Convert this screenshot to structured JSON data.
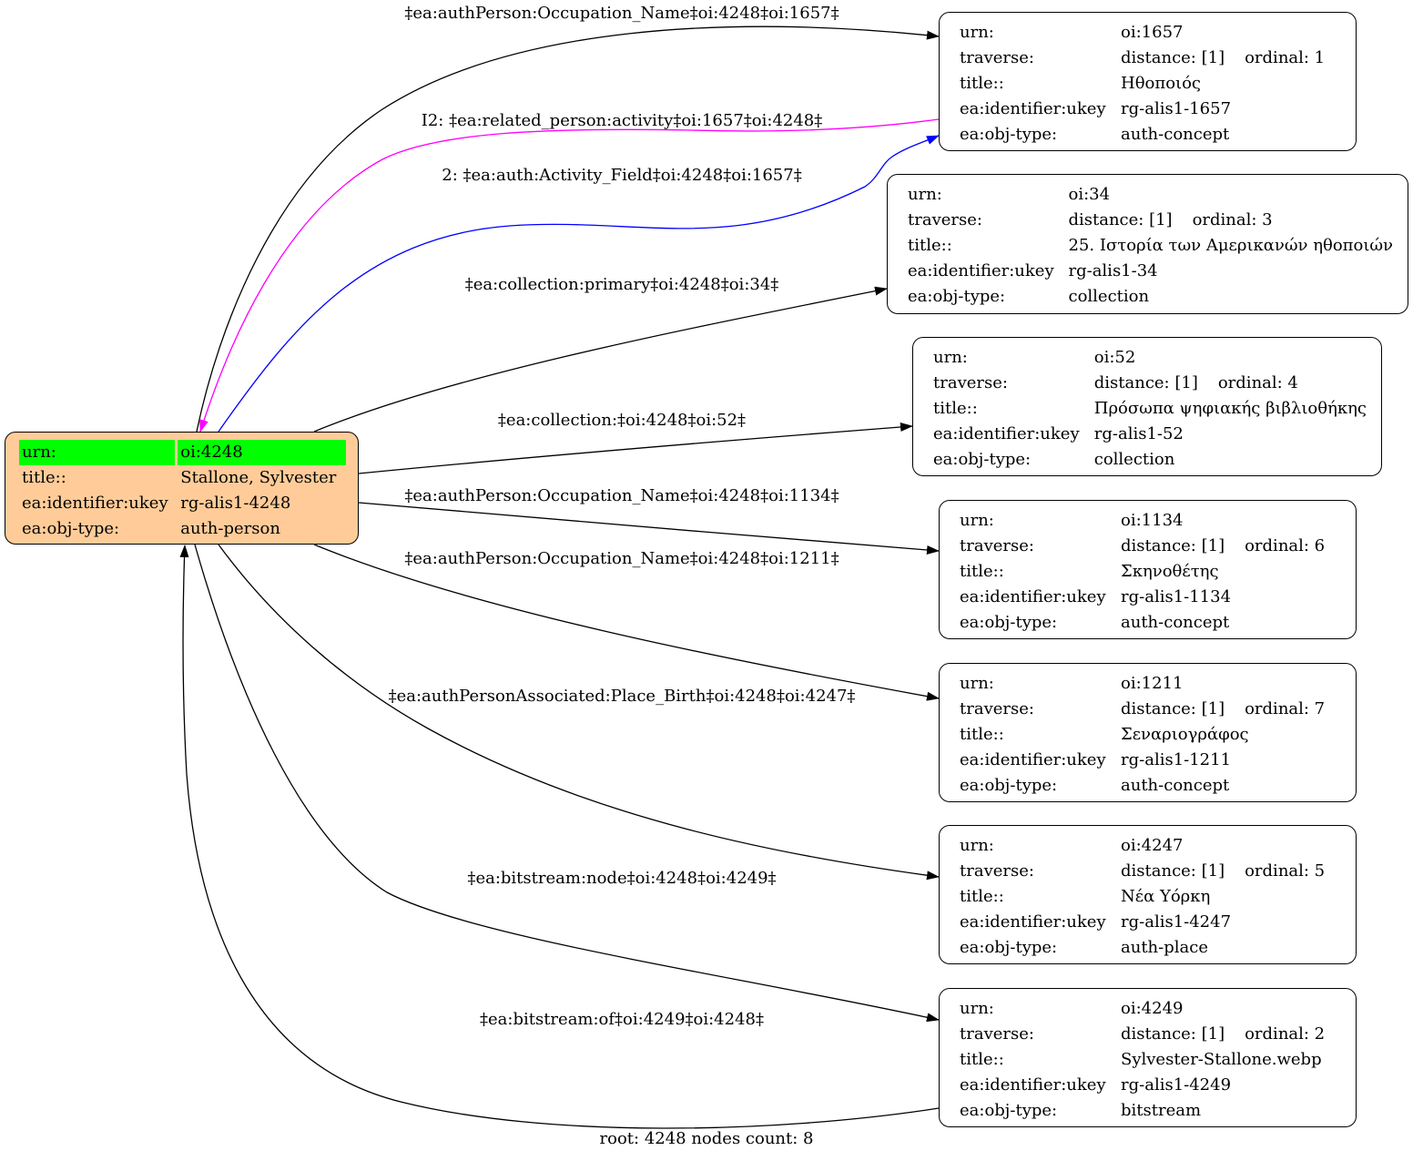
{
  "root": {
    "urn_key": "urn:",
    "urn": "oi:4248",
    "title_key": "title::",
    "title": "Stallone, Sylvester",
    "ukey_key": "ea:identifier:ukey",
    "ukey": "rg-alis1-4248",
    "type_key": "ea:obj-type:",
    "type": "auth-person"
  },
  "nodes": [
    {
      "urn_key": "urn:",
      "urn": "oi:1657",
      "traverse_key": "traverse:",
      "distance": "distance: [1]",
      "ordinal": "ordinal: 1",
      "title_key": "title::",
      "title": "Ηθοποιός",
      "ukey_key": "ea:identifier:ukey",
      "ukey": "rg-alis1-1657",
      "type_key": "ea:obj-type:",
      "type": "auth-concept"
    },
    {
      "urn_key": "urn:",
      "urn": "oi:34",
      "traverse_key": "traverse:",
      "distance": "distance: [1]",
      "ordinal": "ordinal: 3",
      "title_key": "title::",
      "title": "25. Ιστορία των Αμερικανών ηθοποιών",
      "ukey_key": "ea:identifier:ukey",
      "ukey": "rg-alis1-34",
      "type_key": "ea:obj-type:",
      "type": "collection"
    },
    {
      "urn_key": "urn:",
      "urn": "oi:52",
      "traverse_key": "traverse:",
      "distance": "distance: [1]",
      "ordinal": "ordinal: 4",
      "title_key": "title::",
      "title": "Πρόσωπα ψηφιακής βιβλιοθήκης",
      "ukey_key": "ea:identifier:ukey",
      "ukey": "rg-alis1-52",
      "type_key": "ea:obj-type:",
      "type": "collection"
    },
    {
      "urn_key": "urn:",
      "urn": "oi:1134",
      "traverse_key": "traverse:",
      "distance": "distance: [1]",
      "ordinal": "ordinal: 6",
      "title_key": "title::",
      "title": "Σκηνοθέτης",
      "ukey_key": "ea:identifier:ukey",
      "ukey": "rg-alis1-1134",
      "type_key": "ea:obj-type:",
      "type": "auth-concept"
    },
    {
      "urn_key": "urn:",
      "urn": "oi:1211",
      "traverse_key": "traverse:",
      "distance": "distance: [1]",
      "ordinal": "ordinal: 7",
      "title_key": "title::",
      "title": "Σεναριογράφος",
      "ukey_key": "ea:identifier:ukey",
      "ukey": "rg-alis1-1211",
      "type_key": "ea:obj-type:",
      "type": "auth-concept"
    },
    {
      "urn_key": "urn:",
      "urn": "oi:4247",
      "traverse_key": "traverse:",
      "distance": "distance: [1]",
      "ordinal": "ordinal: 5",
      "title_key": "title::",
      "title": "Νέα Υόρκη",
      "ukey_key": "ea:identifier:ukey",
      "ukey": "rg-alis1-4247",
      "type_key": "ea:obj-type:",
      "type": "auth-place"
    },
    {
      "urn_key": "urn:",
      "urn": "oi:4249",
      "traverse_key": "traverse:",
      "distance": "distance: [1]",
      "ordinal": "ordinal: 2",
      "title_key": "title::",
      "title": "Sylvester-Stallone.webp",
      "ukey_key": "ea:identifier:ukey",
      "ukey": "rg-alis1-4249",
      "type_key": "ea:obj-type:",
      "type": "bitstream"
    }
  ],
  "edges": [
    {
      "label": "‡ea:authPerson:Occupation_Name‡oi:4248‡oi:1657‡",
      "color": "#000000"
    },
    {
      "label": "I2: ‡ea:related_person:activity‡oi:1657‡oi:4248‡",
      "color": "#ff00ff"
    },
    {
      "label": "2: ‡ea:auth:Activity_Field‡oi:4248‡oi:1657‡",
      "color": "#0000ff"
    },
    {
      "label": "‡ea:collection:primary‡oi:4248‡oi:34‡",
      "color": "#000000"
    },
    {
      "label": "‡ea:collection:‡oi:4248‡oi:52‡",
      "color": "#000000"
    },
    {
      "label": "‡ea:authPerson:Occupation_Name‡oi:4248‡oi:1134‡",
      "color": "#000000"
    },
    {
      "label": "‡ea:authPerson:Occupation_Name‡oi:4248‡oi:1211‡",
      "color": "#000000"
    },
    {
      "label": "‡ea:authPersonAssociated:Place_Birth‡oi:4248‡oi:4247‡",
      "color": "#000000"
    },
    {
      "label": "‡ea:bitstream:node‡oi:4248‡oi:4249‡",
      "color": "#000000"
    },
    {
      "label": "‡ea:bitstream:of‡oi:4249‡oi:4248‡",
      "color": "#000000"
    }
  ],
  "footer": "root: 4248 nodes count: 8",
  "colors": {
    "root_fill": "#ffcc99",
    "root_highlight": "#00ff00"
  }
}
